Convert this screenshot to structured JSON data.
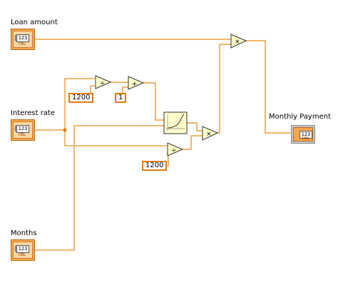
{
  "labels": {
    "loan_amount": "Loan amount",
    "interest_rate": "Interest rate",
    "months": "Months",
    "monthly_payment": "Monthly Payment"
  },
  "terminal": {
    "numeric_text": "123",
    "type_text": "DBL"
  },
  "constants": {
    "c1": "1200",
    "c2": "1",
    "c3": "1200"
  },
  "operators": {
    "divide": "÷",
    "add": "+",
    "multiply": "×"
  },
  "colors": {
    "wire": "#e8a040",
    "terminal_orange": "#f6a74e",
    "node_fill": "#ffffcc"
  }
}
